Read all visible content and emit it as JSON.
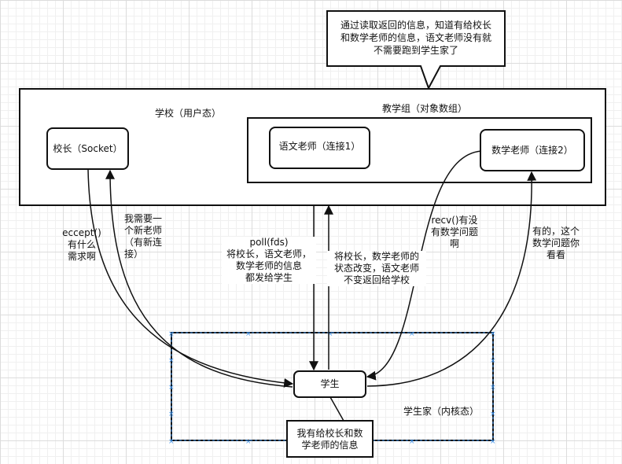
{
  "speech_bubble": {
    "text": "通过读取返回的信息，知道有给校长\n和数学老师的信息，语文老师没有就\n不需要跑到学生家了"
  },
  "school": {
    "title": "学校（用户态）",
    "principal": "校长（Socket）",
    "teaching_group": {
      "title": "教学组（对象数组）",
      "chinese_teacher": "语文老师（连接1）",
      "math_teacher": "数学老师（连接2）"
    }
  },
  "student_home": {
    "title": "学生家（内核态）",
    "student": "学生",
    "note": "我有给校长和数\n学老师的信息"
  },
  "labels": {
    "accept_question": "eccept()\n有什么\n需求啊",
    "need_teacher": "我需要一\n个新老师\n（有新连\n接）",
    "poll": "poll(fds)\n将校长，语文老师，\n数学老师的信息\n都发给学生",
    "poll_return": "将校长，数学老师的\n状态改变，语文老师\n不变返回给学校",
    "recv": "recv()有没\n有数学问题\n啊",
    "reply": "有的，这个\n数学问题你\n看看"
  }
}
